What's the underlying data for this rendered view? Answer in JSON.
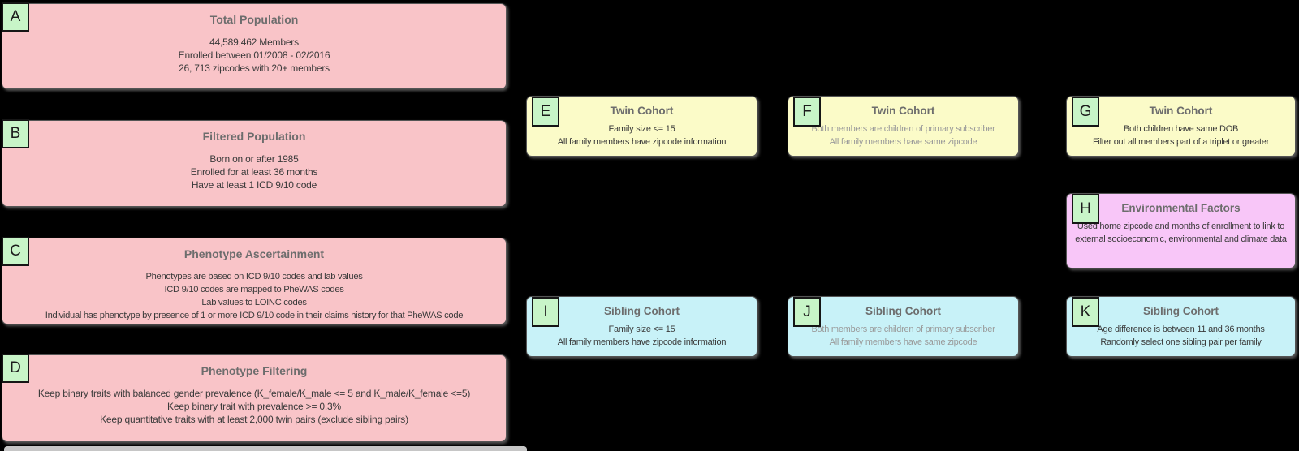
{
  "diagram": {
    "background": "#000000",
    "palette": {
      "population_box": "#f9c4c8",
      "twin_cohort_box": "#fbfbc8",
      "sibling_cohort_box": "#c8f2f8",
      "environmental_box": "#f8c6f8",
      "letter_badge": "#c8f5c8",
      "title_text": "#6d6d6d",
      "body_text": "#3a3a3a",
      "muted_body_text": "#9a9a9a"
    }
  },
  "boxes": {
    "A": {
      "label": "A",
      "title": "Total Population",
      "lines": [
        "44,589,462 Members",
        "Enrolled between 01/2008 - 02/2016",
        "26, 713 zipcodes with 20+ members"
      ]
    },
    "B": {
      "label": "B",
      "title": "Filtered Population",
      "lines": [
        "Born on or after 1985",
        "Enrolled for at least 36 months",
        "Have at least 1 ICD 9/10 code"
      ]
    },
    "C": {
      "label": "C",
      "title": "Phenotype Ascertainment",
      "lines": [
        "Phenotypes are based on ICD 9/10 codes and lab values",
        "ICD 9/10 codes are mapped to PheWAS codes",
        "Lab values to LOINC codes",
        "Individual has phenotype by presence of 1 or more ICD 9/10 code in their claims history for that PheWAS code"
      ]
    },
    "D": {
      "label": "D",
      "title": "Phenotype Filtering",
      "lines": [
        "Keep binary traits with balanced gender prevalence (K_female/K_male <= 5 and K_male/K_female <=5)",
        "Keep binary trait with prevalence >= 0.3%",
        "Keep quantitative traits with at least 2,000 twin pairs (exclude sibling pairs)"
      ]
    },
    "E": {
      "label": "E",
      "title": "Twin Cohort",
      "lines": [
        "Family size <= 15",
        "All family members have zipcode information"
      ]
    },
    "F": {
      "label": "F",
      "title": "Twin Cohort",
      "lines": [
        "Both members are children of primary subscriber",
        "All family members have same zipcode"
      ]
    },
    "G": {
      "label": "G",
      "title": "Twin Cohort",
      "lines": [
        "Both children have same DOB",
        "Filter out all members part of a triplet or greater"
      ]
    },
    "H": {
      "label": "H",
      "title": "Environmental Factors",
      "lines": [
        "Used home zipcode and months of enrollment to link to external socioeconomic, environmental and climate data"
      ]
    },
    "I": {
      "label": "I",
      "title": "Sibling Cohort",
      "lines": [
        "Family size <= 15",
        "All family members have zipcode information"
      ]
    },
    "J": {
      "label": "J",
      "title": "Sibling Cohort",
      "lines": [
        "Both members are children of primary subscriber",
        "All family members have same zipcode"
      ]
    },
    "K": {
      "label": "K",
      "title": "Sibling Cohort",
      "lines": [
        "Age difference is between 11 and 36 months",
        "Randomly select one sibling pair per family"
      ]
    }
  }
}
